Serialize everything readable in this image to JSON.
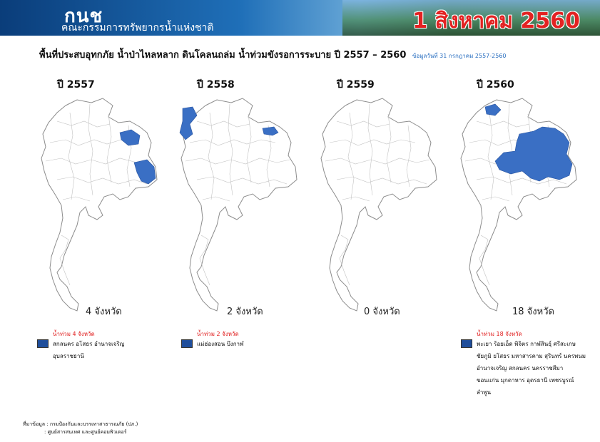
{
  "header": {
    "logo": "กนช",
    "org": "คณะกรรมการทรัพยากรน้ำแห่งชาติ",
    "date": "1 สิงหาคม 2560"
  },
  "title": {
    "main": "พื้นที่ประสบอุทกภัย น้ำป่าไหลหลาก ดินโคลนถล่ม น้ำท่วมขังรอการระบาย ปี 2557 – 2560",
    "source_note": "ข้อมูลวันที่ 31 กรกฎาคม 2557-2560"
  },
  "colors": {
    "flood": "#3a6fc4",
    "map_bg": "#ffffff",
    "border": "#9a9a9a",
    "legend_title": "#e01b1b"
  },
  "panels": [
    {
      "year": "ปี 2557",
      "count": "4 จังหวัด",
      "legend_title": "น้ำท่วม 4 จังหวัด",
      "legend_lines": [
        "สกลนคร อโสธร อำนาจเจริญ",
        "อุบลราชธานี"
      ]
    },
    {
      "year": "ปี 2558",
      "count": "2 จังหวัด",
      "legend_title": "น้ำท่วม 2 จังหวัด",
      "legend_lines": [
        "แม่ฮ่องสอน บึงกาฬ"
      ]
    },
    {
      "year": "ปี 2559",
      "count": "0 จังหวัด"
    },
    {
      "year": "ปี 2560",
      "count": "18 จังหวัด",
      "legend_title": "น้ำท่วม 18 จังหวัด",
      "legend_lines": [
        "พะเยา ร้อยเอ็ด พิจิตร กาฬสินธุ์ ศรีสะเกษ",
        "ชัยภูมิ ยโสธร มหาสารคาม สุรินทร์ นครพนม",
        "อำนาจเจริญ สกลนคร นครราชสีมา",
        "ขอนแก่น มุกดาหาร อุดรธานี เพชรบูรณ์",
        "ลำพูน"
      ]
    }
  ],
  "footer": {
    "line1": "ที่มาข้อมูล : กรมป้องกันและบรรเทาสาธารณภัย (ปภ.)",
    "line2": ": ศูนย์สารสนเทศ และศูนย์คอมพิวเตอร์"
  }
}
